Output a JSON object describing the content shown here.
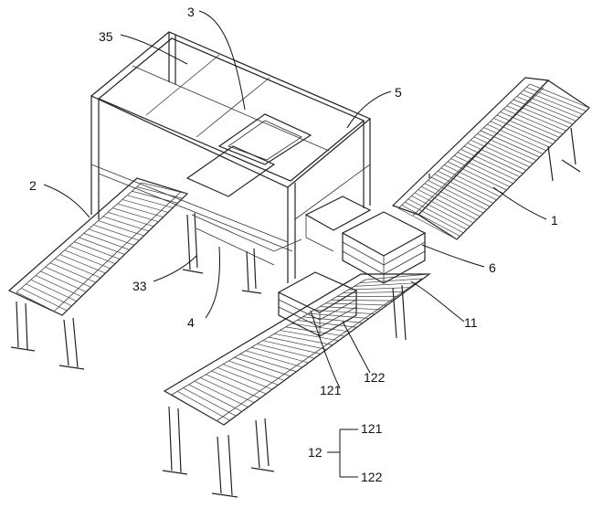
{
  "diagram": {
    "callouts": {
      "c3": "3",
      "c35": "35",
      "c5": "5",
      "c2": "2",
      "c1": "1",
      "c6": "6",
      "c33": "33",
      "c4": "4",
      "c11": "11",
      "c122": "122",
      "c121": "121"
    },
    "legend": {
      "group": "12",
      "top": "121",
      "bottom": "122"
    },
    "colors": {
      "line": "#222222",
      "background": "#ffffff"
    }
  }
}
